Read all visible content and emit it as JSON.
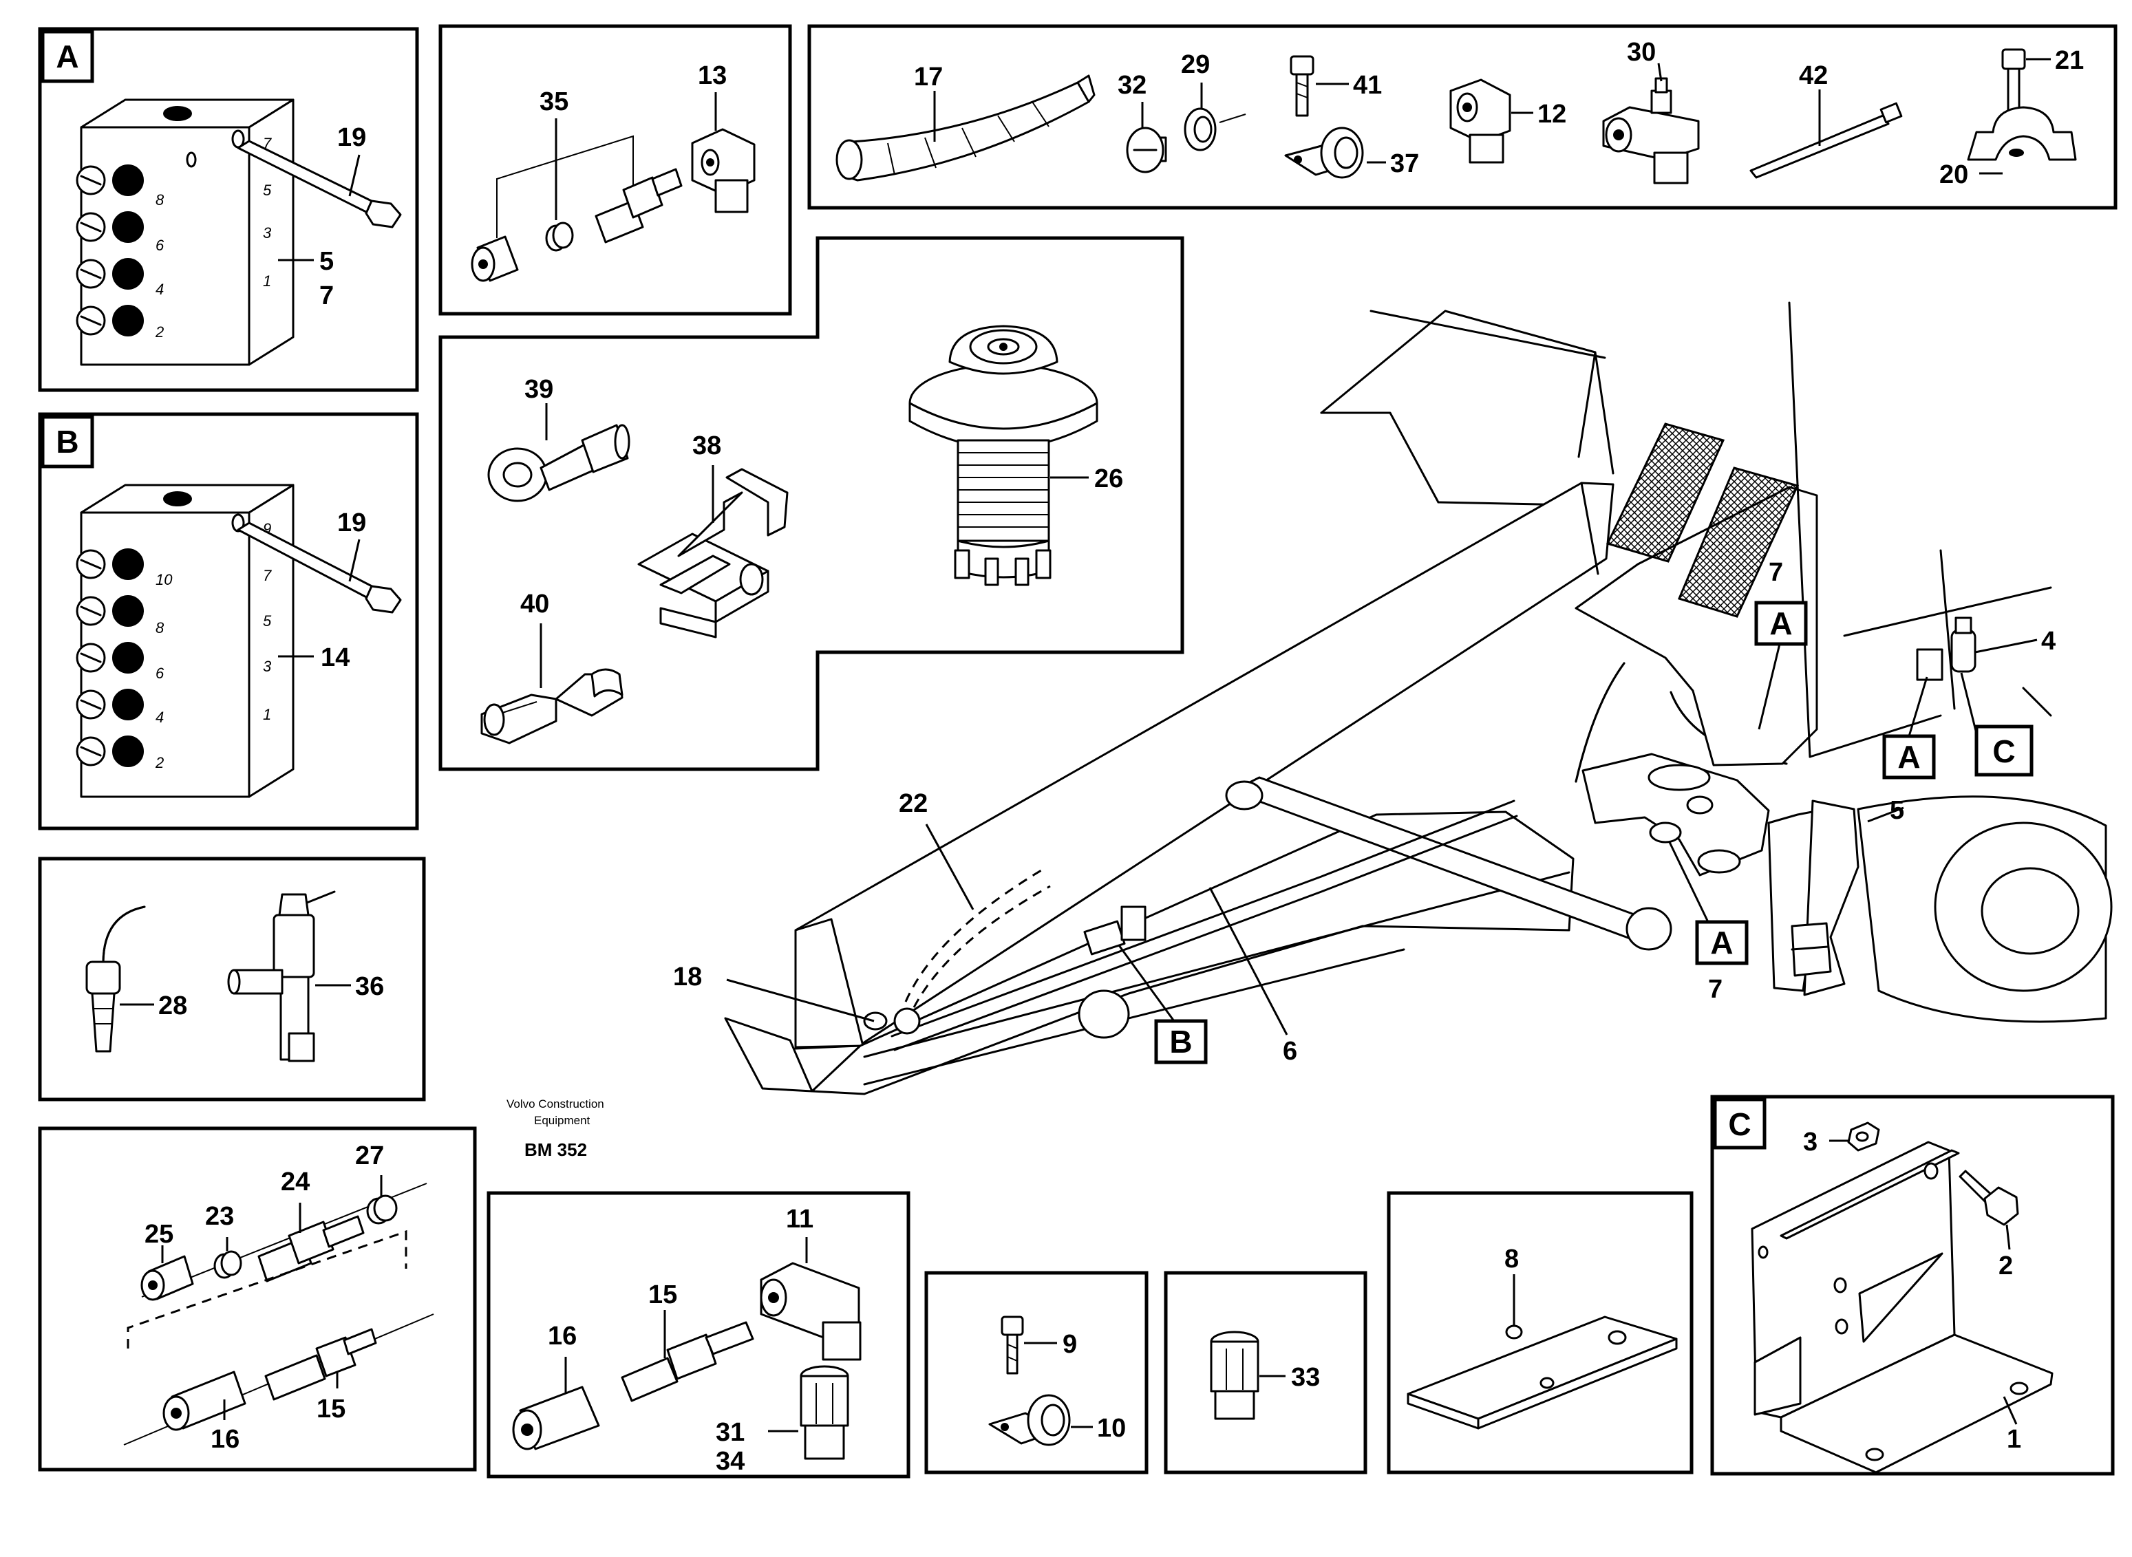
{
  "detail_tags": {
    "a": "A",
    "b": "B",
    "c": "C"
  },
  "credit": {
    "line1": "Volvo Construction",
    "line2": "Equipment",
    "code": "BM 352"
  },
  "panel_a": {
    "callouts": {
      "bolt": "19",
      "block_a": "5",
      "block_b": "7"
    },
    "port_numbers_right": [
      "7",
      "5",
      "3",
      "1"
    ],
    "port_numbers_left": [
      "8",
      "6",
      "4",
      "2"
    ]
  },
  "panel_b": {
    "callouts": {
      "bolt": "19",
      "block": "14"
    },
    "port_numbers_right": [
      "9",
      "7",
      "5",
      "3",
      "1"
    ],
    "port_numbers_left": [
      "10",
      "8",
      "6",
      "4",
      "2"
    ]
  },
  "panel_fittings_top": {
    "callouts": {
      "nut_set": "35",
      "elbow": "13"
    }
  },
  "panel_parts_strip": {
    "callouts": {
      "hose": "17",
      "plug": "32",
      "washer": "29",
      "screw": "41",
      "clamp": "37",
      "elbow_fitting": "12",
      "grease_elbow": "30",
      "tie": "42",
      "screw_clamp": "21",
      "clip": "20"
    }
  },
  "panel_electrical": {
    "callouts": {
      "ring_terminal": "39",
      "connector": "38",
      "flat_terminal": "40",
      "socket": "26"
    }
  },
  "panel_nipples": {
    "callouts": {
      "nipple": "28",
      "tee": "36"
    }
  },
  "panel_couplings": {
    "callouts": {
      "nut": "25",
      "ring": "23",
      "union": "24",
      "sleeve": "27",
      "nipple": "15",
      "nut_lower": "16"
    }
  },
  "panel_elbow_set": {
    "callouts": {
      "elbow": "11",
      "nipple": "15",
      "nut": "16",
      "adapter_a": "31",
      "adapter_b": "34"
    }
  },
  "panel_clamp": {
    "callouts": {
      "screw": "9",
      "clamp": "10"
    }
  },
  "panel_adapter": {
    "callouts": {
      "adapter": "33"
    }
  },
  "panel_plate": {
    "callouts": {
      "plate": "8"
    }
  },
  "panel_c": {
    "callouts": {
      "nut": "3",
      "bolt": "2",
      "bracket": "1"
    }
  },
  "main_view": {
    "callouts": {
      "line": "22",
      "fitting": "18",
      "pipe": "6",
      "a_lower": "7",
      "a_upper": "7",
      "junction": "4",
      "block_right": "5"
    }
  }
}
